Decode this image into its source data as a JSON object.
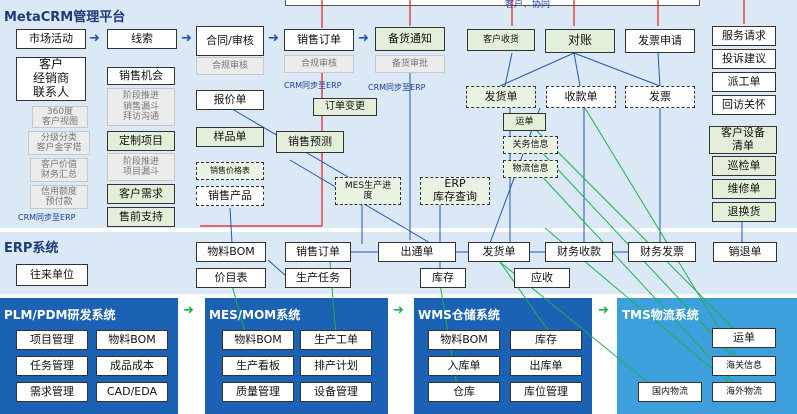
{
  "crm": {
    "title": "MetaCRM管理平台",
    "top_label": "客户、协同",
    "boxes": {
      "market": "市场活动",
      "leads": "线索",
      "contract": "合同/审核",
      "contract_review": "合规审核",
      "sales_order": "销售订单",
      "sales_order_review": "合规审核",
      "stock_notice": "备货通知",
      "stock_approve": "备货审批",
      "customer": "客户\n经销商\n联系人",
      "view360": "360度\n客户视图",
      "grade": "分级分类\n客户金字塔",
      "value": "客户价值\n财务汇总",
      "credit": "信用额度\n预付款",
      "sales_opp": "销售机会",
      "stage_push": "阶段推进\n销售漏斗\n拜访沟通",
      "custom_project": "定制项目",
      "proj_funnel": "阶段推进\n项目漏斗",
      "cust_demand": "客户需求",
      "presales": "售前支持",
      "quote": "报价单",
      "sample": "样品单",
      "forecast": "销售预测",
      "order_change": "订单变更",
      "price_list": "销售价格表",
      "sales_product": "销售产品",
      "mes_progress": "MES生产进\n度",
      "erp_inventory": "ERP\n库存查询",
      "cust_receipt": "客户收货",
      "reconcile": "对账",
      "invoice_req": "发票申请",
      "ship_order": "发货单",
      "receipt_order": "收款单",
      "invoice": "发票",
      "tms_waybill": "运单",
      "tms_customs": "关务信息",
      "tms_logistics": "物流信息",
      "service_req": "服务请求",
      "complaint": "投诉建议",
      "dispatch": "派工单",
      "revisit": "回访关怀",
      "cust_device": "客户设备\n清单",
      "inspection": "巡检单",
      "repair": "维修单",
      "return": "退换货"
    },
    "sync_notes": {
      "sync1": "CRM同步至ERP",
      "sync2": "CRM同步至ERP",
      "sync3": "CRM同步至ERP"
    }
  },
  "erp": {
    "title": "ERP系统",
    "boxes": {
      "ledger": "往来单位",
      "material_bom": "物料BOM",
      "price_list": "价目表",
      "sales_order": "销售订单",
      "production_task": "生产任务",
      "outbound": "出通单",
      "ship": "发货单",
      "fin_receipt": "财务收款",
      "fin_invoice": "财务发票",
      "sales_return": "销退单",
      "stock": "库存",
      "receivable": "应收"
    }
  },
  "plm": {
    "title": "PLM/PDM研发系统",
    "boxes": [
      "项目管理",
      "物料BOM",
      "任务管理",
      "成品成本",
      "需求管理",
      "CAD/EDA"
    ]
  },
  "mes": {
    "title": "MES/MOM系统",
    "boxes": [
      "物料BOM",
      "生产工单",
      "生产看板",
      "排产计划",
      "质量管理",
      "设备管理"
    ]
  },
  "wms": {
    "title": "WMS仓储系统",
    "boxes": [
      "物料BOM",
      "库存",
      "入库单",
      "出库单",
      "仓库",
      "库位管理"
    ]
  },
  "tms": {
    "title": "TMS物流系统",
    "boxes": [
      "运单",
      "海关信息",
      "国内物流",
      "海外物流"
    ]
  },
  "colors": {
    "band_light": "#dbe9f6",
    "band_dark": "#1b62b5",
    "tms_band": "#3da0dc",
    "green_box": "#e3efd8",
    "arrow_blue": "#1f57b8",
    "arrow_green": "#1fb04a",
    "line_red": "#e21b1b"
  }
}
